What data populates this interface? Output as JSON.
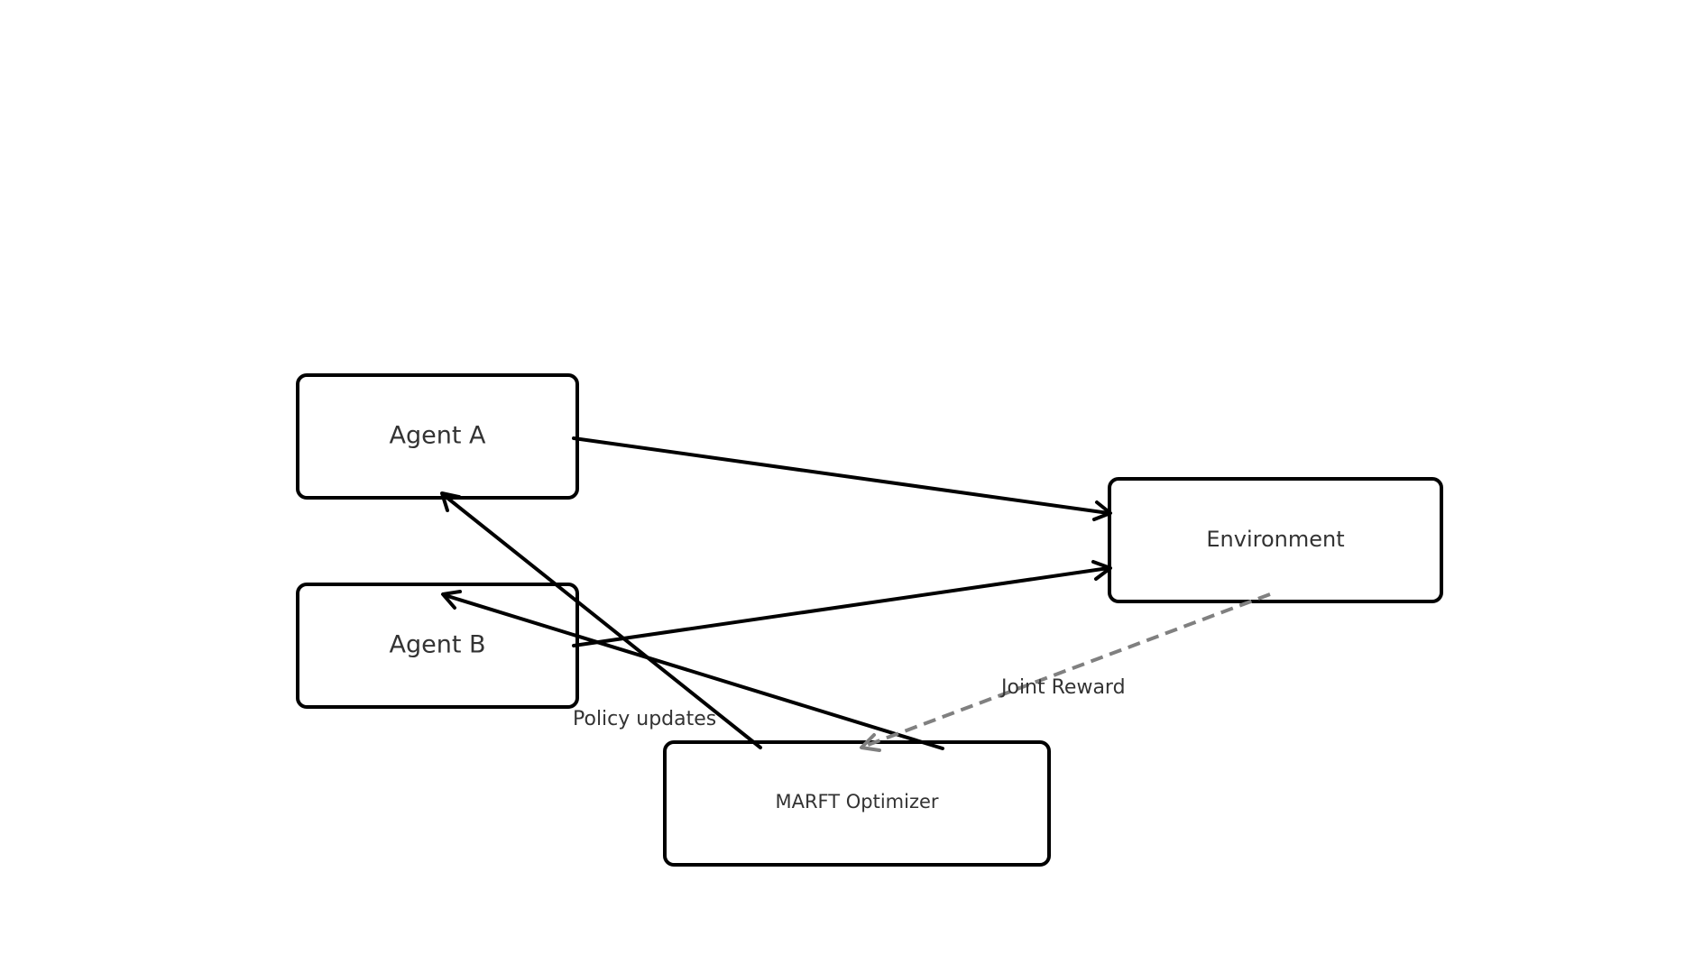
{
  "nodes": {
    "agent_a": {
      "label": "Agent A"
    },
    "agent_b": {
      "label": "Agent B"
    },
    "environment": {
      "label": "Environment"
    },
    "optimizer": {
      "label": "MARFT Optimizer"
    }
  },
  "edges": {
    "policy_updates": {
      "label": "Policy updates"
    },
    "joint_reward": {
      "label": "Joint Reward",
      "color": "#808080",
      "style": "dashed"
    }
  },
  "colors": {
    "stroke": "#000000",
    "text": "#333333",
    "reward_edge": "#808080"
  }
}
